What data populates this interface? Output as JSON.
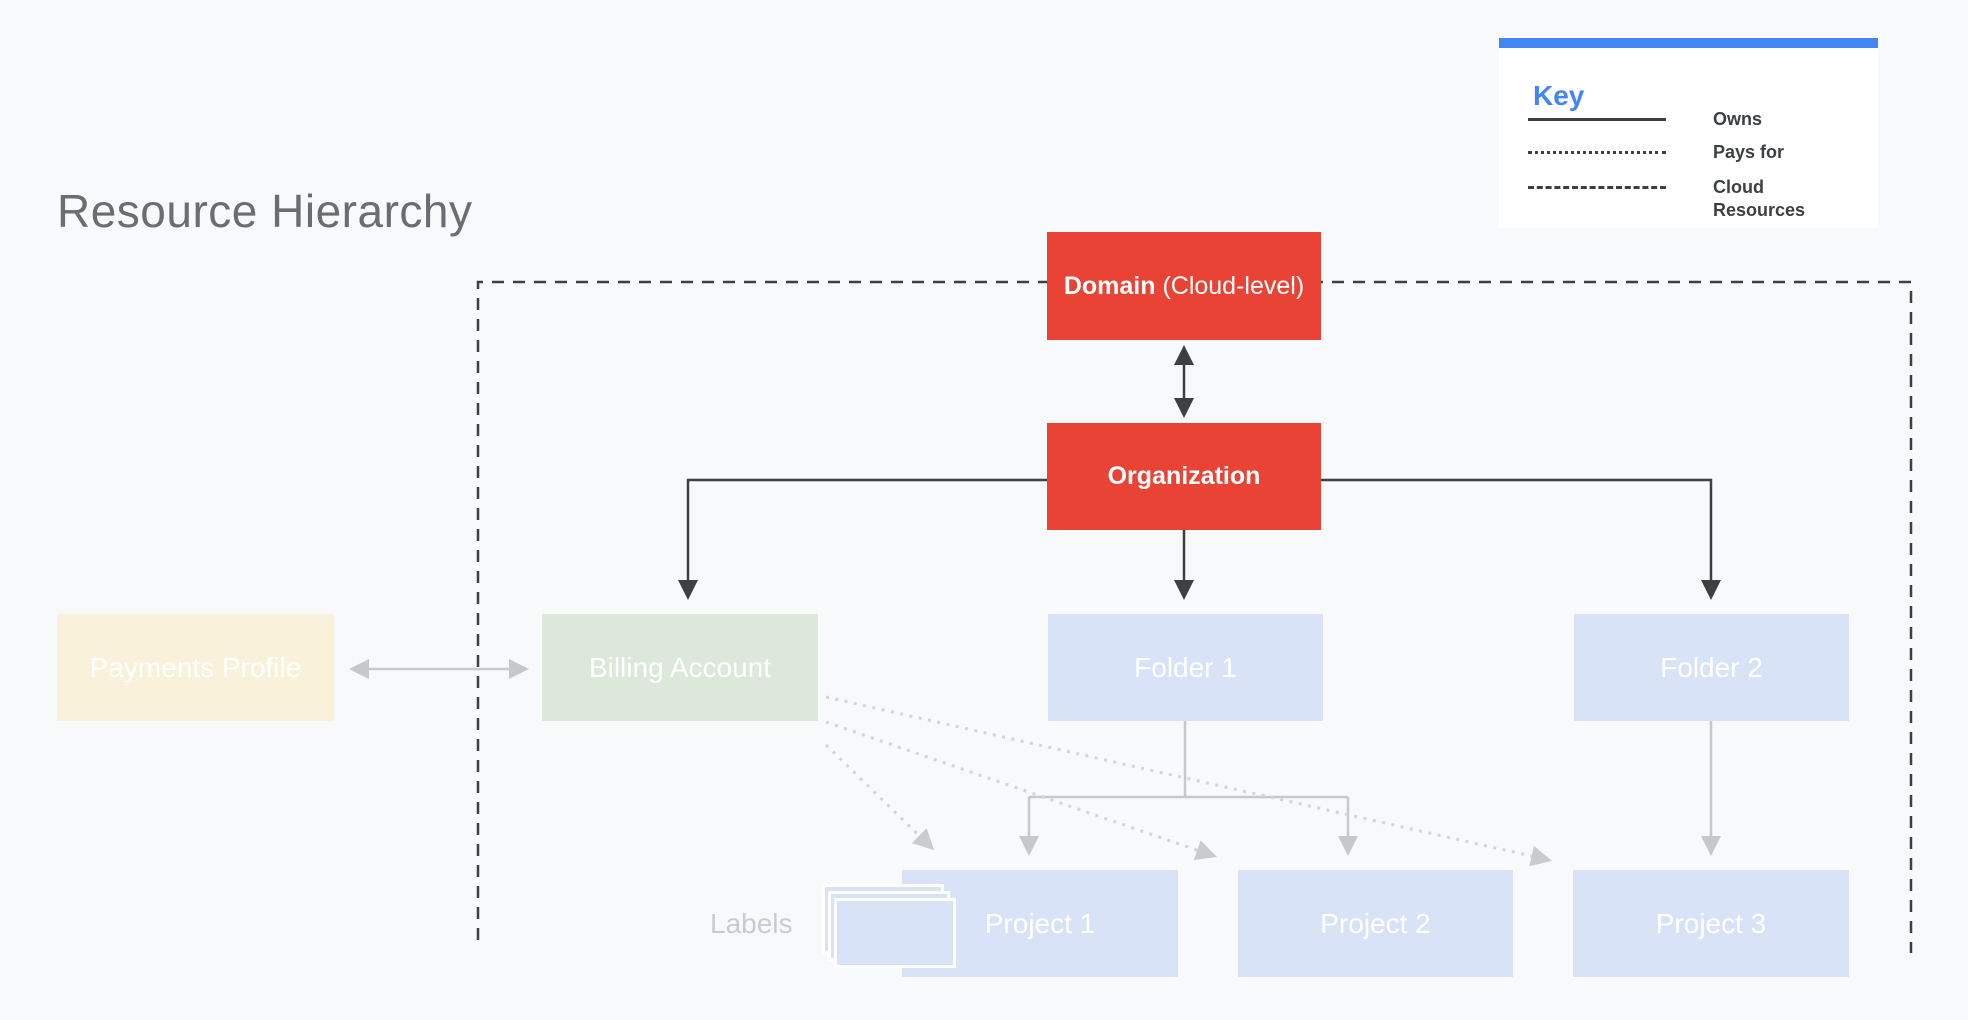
{
  "title": "Resource Hierarchy",
  "key": {
    "heading": "Key",
    "items": [
      {
        "style": "solid",
        "label": "Owns"
      },
      {
        "style": "dotted",
        "label": "Pays for"
      },
      {
        "style": "dashed",
        "label": "Cloud Resources"
      }
    ]
  },
  "nodes": {
    "domain": {
      "label_bold": "Domain",
      "label_rest": " (Cloud-level)",
      "color": "red"
    },
    "organization": {
      "label": "Organization",
      "color": "red"
    },
    "payments": {
      "label": "Payments Profile",
      "color": "tan"
    },
    "billing": {
      "label": "Billing Account",
      "color": "green"
    },
    "folder1": {
      "label": "Folder 1",
      "color": "blue"
    },
    "folder2": {
      "label": "Folder 2",
      "color": "blue"
    },
    "project1": {
      "label": "Project 1",
      "color": "blue"
    },
    "project2": {
      "label": "Project 2",
      "color": "blue"
    },
    "project3": {
      "label": "Project 3",
      "color": "blue"
    }
  },
  "labels_annotation": "Labels",
  "edges": [
    {
      "from": "domain",
      "to": "organization",
      "type": "owns",
      "bidirectional": true
    },
    {
      "from": "organization",
      "to": "billing",
      "type": "owns"
    },
    {
      "from": "organization",
      "to": "folder1",
      "type": "owns"
    },
    {
      "from": "organization",
      "to": "folder2",
      "type": "owns"
    },
    {
      "from": "payments",
      "to": "billing",
      "type": "association",
      "bidirectional": true
    },
    {
      "from": "folder1",
      "to": "project1",
      "type": "contains"
    },
    {
      "from": "folder1",
      "to": "project2",
      "type": "contains"
    },
    {
      "from": "folder2",
      "to": "project3",
      "type": "contains"
    },
    {
      "from": "billing",
      "to": "project1",
      "type": "pays_for"
    },
    {
      "from": "billing",
      "to": "project2",
      "type": "pays_for"
    },
    {
      "from": "billing",
      "to": "project3",
      "type": "pays_for"
    },
    {
      "region": "cloud_resources",
      "style": "dashed",
      "encloses": [
        "domain",
        "organization",
        "billing",
        "folder1",
        "folder2",
        "project1",
        "project2",
        "project3"
      ]
    }
  ],
  "colors": {
    "bg": "#F8F9FA",
    "red": "#E94335",
    "blue-box": "#D8E3F8",
    "green-box": "#DBE8DA",
    "tan-box": "#FAF1DA",
    "accent": "#4285F4",
    "ink": "#3C4043",
    "gray-line": "#C6C9CC",
    "dot-line": "#D2D4D7",
    "muted": "#C8CCD2",
    "title": "#6A6D71"
  }
}
